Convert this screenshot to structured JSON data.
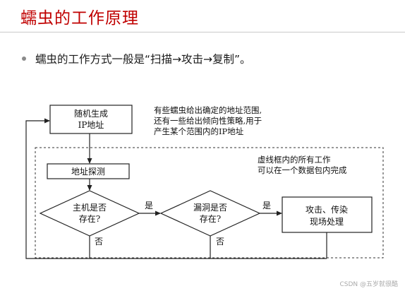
{
  "slide": {
    "title": "蠕虫的工作原理",
    "bullet_text": "蠕虫的工作方式一般是“扫描→攻击→复制”。"
  },
  "diagram": {
    "nodes": {
      "generate_ip": {
        "line1": "随机生成",
        "line2": "IP地址"
      },
      "probe": {
        "label": "地址探测"
      },
      "host_exists": {
        "line1": "主机是否",
        "line2": "存在?"
      },
      "vuln_exists": {
        "line1": "漏洞是否",
        "line2": "存在?"
      },
      "attack": {
        "line1": "攻击、传染",
        "line2": "现场处理"
      }
    },
    "edge_labels": {
      "host_yes": "是",
      "host_no": "否",
      "vuln_yes": "是",
      "vuln_no": "否"
    },
    "notes": {
      "range_note": [
        "有些蠕虫给出确定的地址范围,",
        "还有一些给出倾向性策略,用于",
        "产生某个范围内的IP地址"
      ],
      "dashed_note": [
        "虚线框内的所有工作",
        "可以在一个数据包内完成"
      ]
    }
  },
  "watermark": "CSDN @五岁就很酷",
  "colors": {
    "title": "#c00000",
    "text": "#111111",
    "bullet": "#8a8a8a"
  }
}
